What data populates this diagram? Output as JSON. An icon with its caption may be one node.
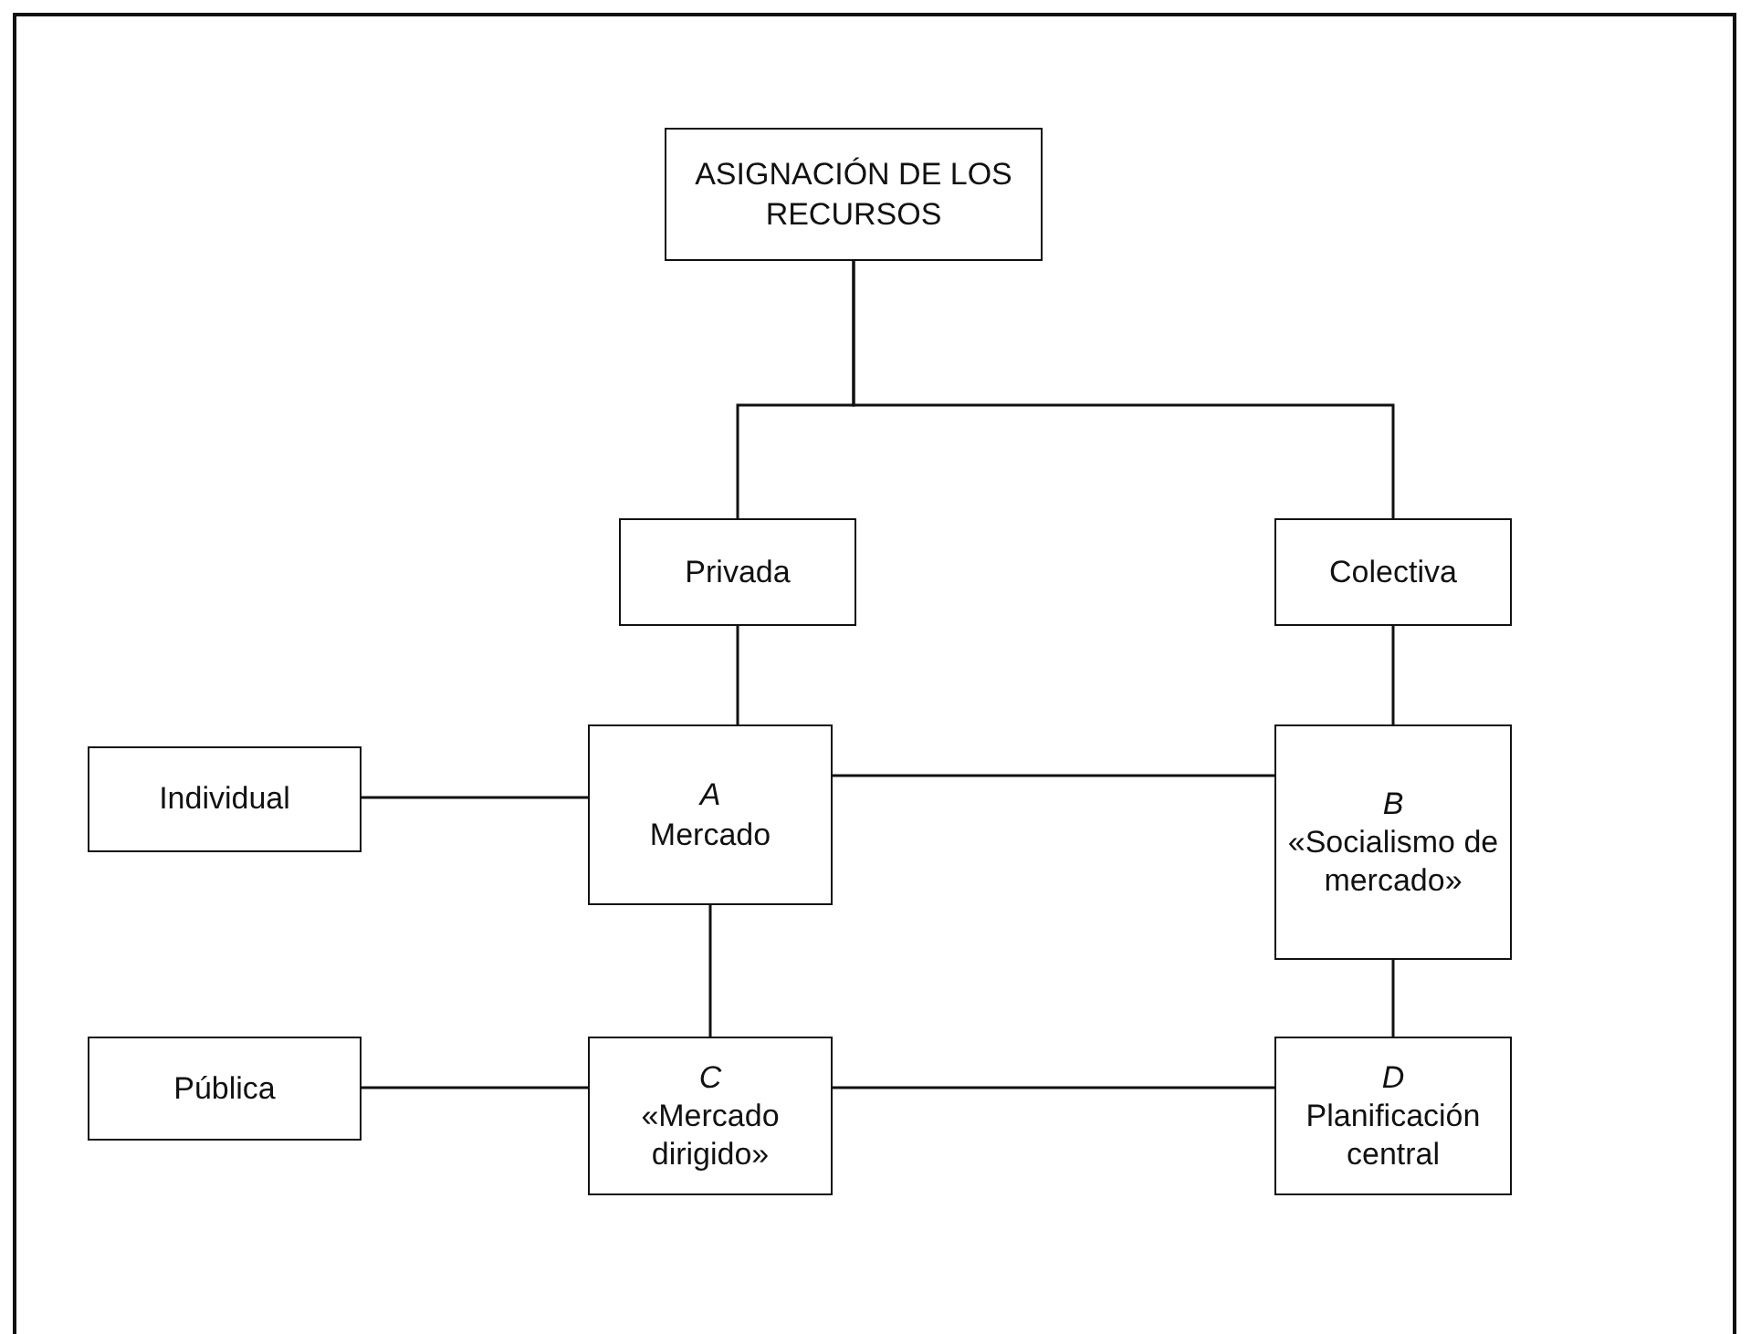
{
  "diagram": {
    "nodes": [
      {
        "text": [
          "ASIGNACIÓN DE LOS RECURSOS"
        ]
      },
      {
        "text": [
          "Privada"
        ]
      },
      {
        "text": [
          "Colectiva"
        ]
      },
      {
        "text": [
          "Individual"
        ]
      },
      {
        "text": [
          "A",
          "Mercado"
        ]
      },
      {
        "text": [
          "B",
          "«Socialismo de mercado»"
        ]
      },
      {
        "text": [
          "Pública"
        ]
      },
      {
        "text": [
          "C",
          "«Mercado dirigido»"
        ]
      },
      {
        "text": [
          "D",
          "Planificación central"
        ]
      }
    ],
    "edges": [
      {
        "from": 0,
        "to": 1,
        "arrow": "none"
      },
      {
        "from": 0,
        "to": 2,
        "arrow": "none"
      },
      {
        "from": 1,
        "to": 4,
        "arrow": "none"
      },
      {
        "from": 2,
        "to": 5,
        "arrow": "none"
      },
      {
        "from": 3,
        "to": 4,
        "arrow": "none"
      },
      {
        "from": 4,
        "to": 5,
        "arrow": "none"
      },
      {
        "from": 4,
        "to": 7,
        "arrow": "none"
      },
      {
        "from": 5,
        "to": 8,
        "arrow": "none"
      },
      {
        "from": 6,
        "to": 7,
        "arrow": "none"
      },
      {
        "from": 7,
        "to": 8,
        "arrow": "none"
      }
    ]
  }
}
